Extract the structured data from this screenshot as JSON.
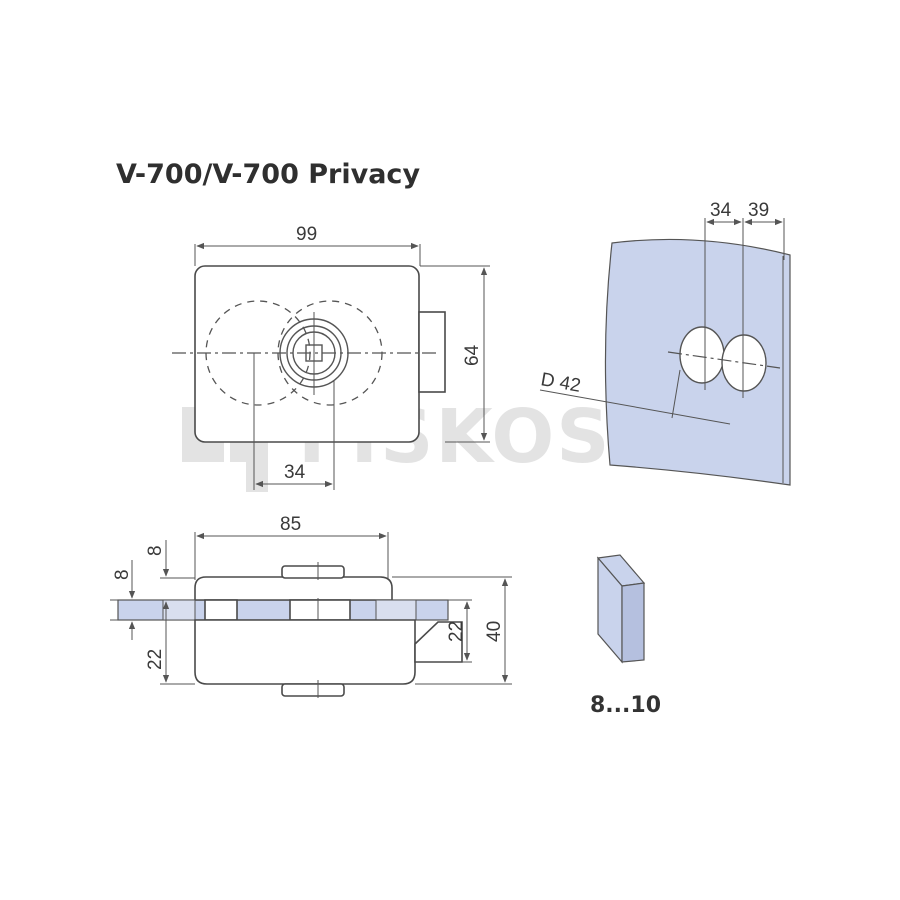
{
  "title": "V-700/V-700 Privacy",
  "watermark": "FISKOSTAR",
  "dimensions": {
    "width_99": "99",
    "height_64": "64",
    "offset_34_front": "34",
    "width_85": "85",
    "side_8_top": "8",
    "side_8_left": "8",
    "side_22_left": "22",
    "side_22_right": "22",
    "side_40": "40",
    "hole_34": "34",
    "hole_39": "39",
    "hole_d42": "D 42",
    "glass_thickness": "8...10"
  },
  "colors": {
    "glass": "#c9d3ec",
    "line": "#555555",
    "text": "#333333"
  }
}
